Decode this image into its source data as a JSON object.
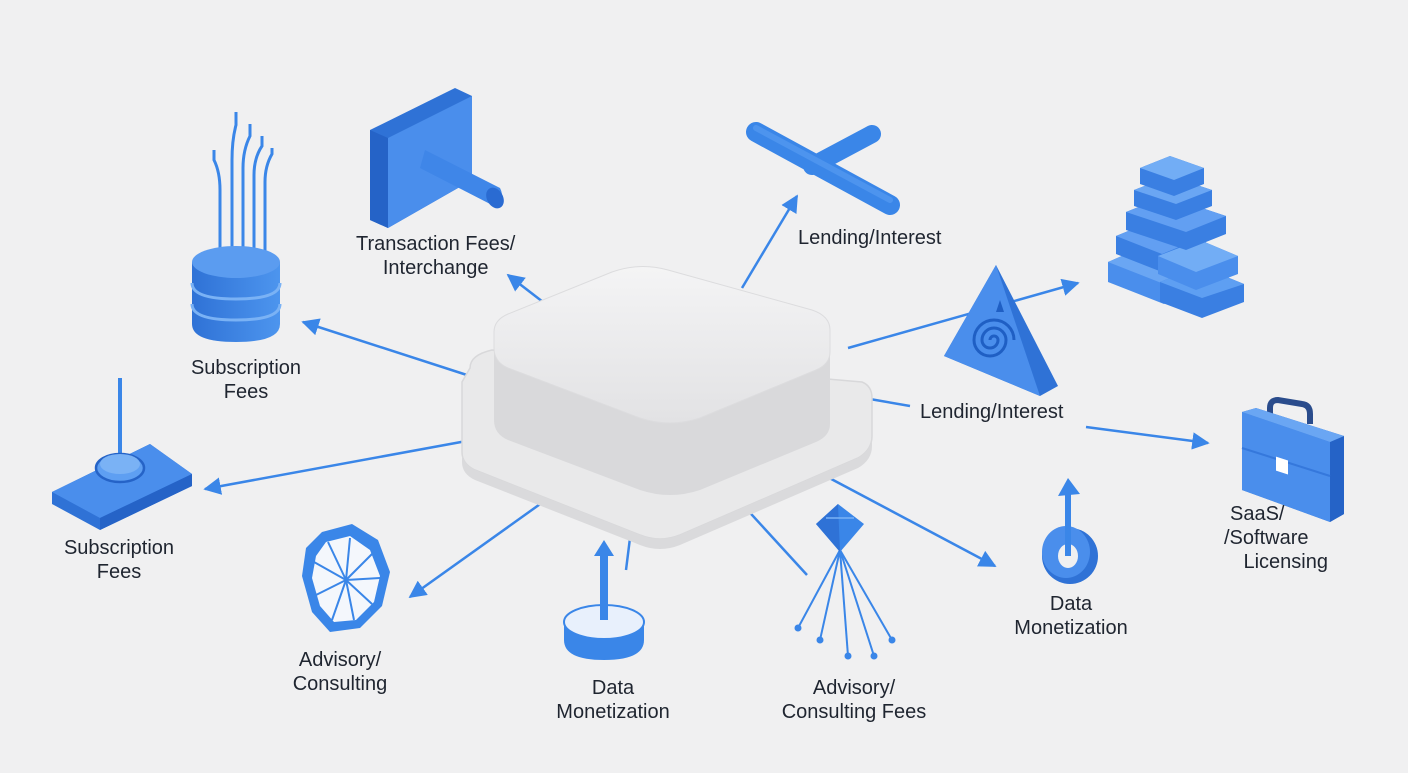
{
  "colors": {
    "background": "#f0f0f1",
    "accent": "#3a86e8",
    "accent_dark": "#1f5fc4",
    "accent_light": "#7ab2f5",
    "hub": "#e6e6e7",
    "text": "#1f2530"
  },
  "labels": {
    "transaction": [
      "Transaction Fees/",
      "Interchange"
    ],
    "lending_top": [
      "Lending/Interest"
    ],
    "subscription_top": [
      "Subscription",
      "Fees"
    ],
    "lending_right": [
      "Lending/Interest"
    ],
    "subscription_left": [
      "Subscription",
      "Fees"
    ],
    "saas": [
      "SaaS/",
      "/Software",
      "Licensing"
    ],
    "advisory_left": [
      "Advisory/",
      "Consulting"
    ],
    "data_bottom": [
      "Data",
      "Monetization"
    ],
    "advisory_bottom": [
      "Advisory/",
      "Consulting Fees"
    ],
    "data_right": [
      "Data",
      "Monetization"
    ]
  },
  "icons": {
    "database": "database-icon",
    "panel_pin": "panel-pin-icon",
    "bar": "bar-icon",
    "blocks": "stacked-blocks-icon",
    "triangle": "spiral-triangle-icon",
    "briefcase": "briefcase-icon",
    "pad": "pad-antenna-icon",
    "wheel": "octagon-wheel-icon",
    "pedestal": "pedestal-arrow-icon",
    "diamond": "diamond-fan-icon",
    "ring": "ring-arrow-icon",
    "hub": "central-hub-platform"
  }
}
